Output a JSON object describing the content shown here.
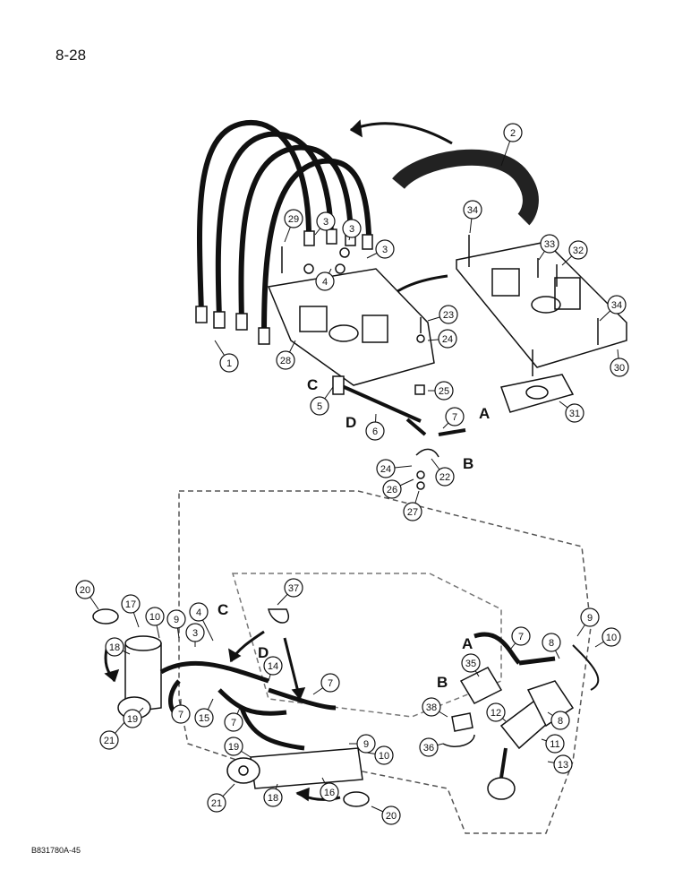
{
  "header": {
    "page_number": "8-28"
  },
  "footer": {
    "figure_code": "B831780A-45"
  },
  "callouts": [
    {
      "label": "2"
    },
    {
      "label": "29"
    },
    {
      "label": "3"
    },
    {
      "label": "3"
    },
    {
      "label": "3"
    },
    {
      "label": "4"
    },
    {
      "label": "34"
    },
    {
      "label": "33"
    },
    {
      "label": "32"
    },
    {
      "label": "34"
    },
    {
      "label": "23"
    },
    {
      "label": "24"
    },
    {
      "label": "25"
    },
    {
      "label": "1"
    },
    {
      "label": "28"
    },
    {
      "label": "5"
    },
    {
      "label": "6"
    },
    {
      "label": "7"
    },
    {
      "label": "30"
    },
    {
      "label": "31"
    },
    {
      "label": "22"
    },
    {
      "label": "24"
    },
    {
      "label": "26"
    },
    {
      "label": "27"
    },
    {
      "label": "37"
    },
    {
      "label": "20"
    },
    {
      "label": "17"
    },
    {
      "label": "10"
    },
    {
      "label": "9"
    },
    {
      "label": "3"
    },
    {
      "label": "4"
    },
    {
      "label": "18"
    },
    {
      "label": "14"
    },
    {
      "label": "7"
    },
    {
      "label": "7"
    },
    {
      "label": "9"
    },
    {
      "label": "8"
    },
    {
      "label": "10"
    },
    {
      "label": "35"
    },
    {
      "label": "19"
    },
    {
      "label": "7"
    },
    {
      "label": "15"
    },
    {
      "label": "7"
    },
    {
      "label": "9"
    },
    {
      "label": "10"
    },
    {
      "label": "38"
    },
    {
      "label": "12"
    },
    {
      "label": "8"
    },
    {
      "label": "36"
    },
    {
      "label": "11"
    },
    {
      "label": "13"
    },
    {
      "label": "21"
    },
    {
      "label": "19"
    },
    {
      "label": "21"
    },
    {
      "label": "18"
    },
    {
      "label": "16"
    },
    {
      "label": "20"
    }
  ],
  "letters": [
    {
      "label": "C"
    },
    {
      "label": "D"
    },
    {
      "label": "A"
    },
    {
      "label": "B"
    },
    {
      "label": "C"
    },
    {
      "label": "D"
    },
    {
      "label": "A"
    },
    {
      "label": "B"
    }
  ],
  "colors": {
    "ink": "#111111",
    "paper": "#ffffff"
  }
}
